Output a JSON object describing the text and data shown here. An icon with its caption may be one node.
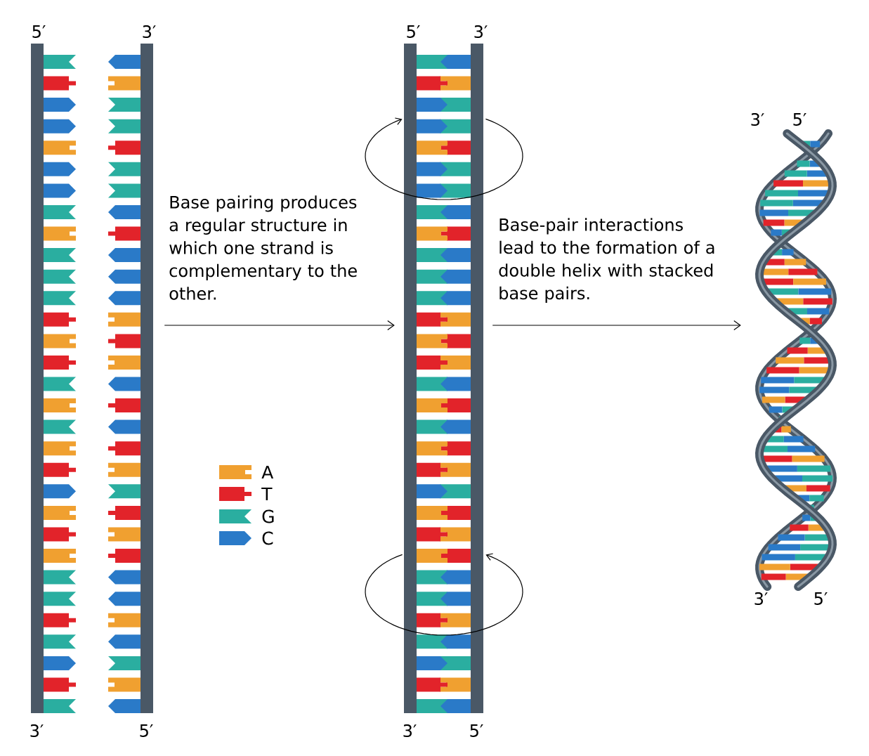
{
  "diagram": {
    "nodes": [
      {
        "text": [],
        "shape": "picture",
        "beside": [
          "5′",
          "3′",
          "3′",
          "5′"
        ]
      },
      {
        "text": [],
        "shape": "picture",
        "beside": [
          "5′",
          "3′",
          "3′",
          "5′"
        ]
      },
      {
        "text": [],
        "shape": "picture",
        "beside": [
          "3′",
          "5′",
          "3′",
          "5′"
        ]
      }
    ],
    "edges": [
      {
        "from": 0,
        "to": 1,
        "arrow": "to",
        "label": "Base pairing produces a regular structure in which one strand is complementary to the other."
      },
      {
        "from": 1,
        "to": 2,
        "arrow": "to",
        "label": "Base-pair interactions lead to the formation of a double helix with stacked base pairs."
      },
      {
        "from": 1,
        "to": 1,
        "arrow": "to"
      },
      {
        "from": 1,
        "to": 1,
        "arrow": "to"
      }
    ],
    "legend": [
      {
        "text": "A",
        "color": "#f0a030"
      },
      {
        "text": "T",
        "color": "#e2232a"
      },
      {
        "text": "G",
        "color": "#2aaea0"
      },
      {
        "text": "C",
        "color": "#2a7ac8"
      }
    ]
  }
}
